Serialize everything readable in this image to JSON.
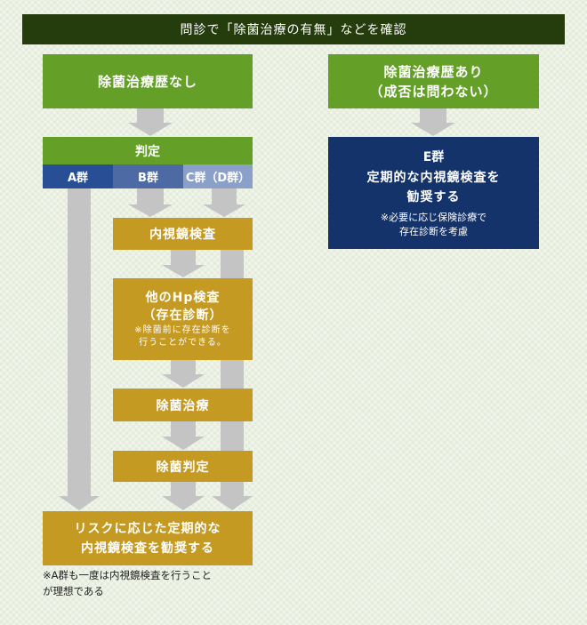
{
  "header": {
    "title": "問診で「除菌治療の有無」などを確認"
  },
  "left_branch": {
    "label": "除菌治療歴なし"
  },
  "right_branch": {
    "line1": "除菌治療歴あり",
    "line2": "（成否は問わない）"
  },
  "judgement": {
    "title": "判定",
    "groups": [
      "A群",
      "B群",
      "C群（D群）"
    ]
  },
  "steps": {
    "endoscopy": "内視鏡検査",
    "other_hp": {
      "line1": "他のHp検査",
      "line2": "（存在診断）",
      "note1": "※除菌前に存在診断を",
      "note2": "行うことができる。"
    },
    "eradication": "除菌治療",
    "eradication_judgement": "除菌判定"
  },
  "final": {
    "line1": "リスクに応じた定期的な",
    "line2": "内視鏡検査を勧奨する",
    "note1": "※A群も一度は内視鏡検査を行うこと",
    "note2": "が理想である"
  },
  "e_group": {
    "title": "E群",
    "line1": "定期的な内視鏡検査を",
    "line2": "勧奨する",
    "note1": "※必要に応じ保険診療で",
    "note2": "存在診断を考慮"
  },
  "colors": {
    "header": "#253c0c",
    "green": "#64a027",
    "gold": "#c49a23",
    "navy": "#14336b",
    "arrow": "#c4c4c4"
  }
}
